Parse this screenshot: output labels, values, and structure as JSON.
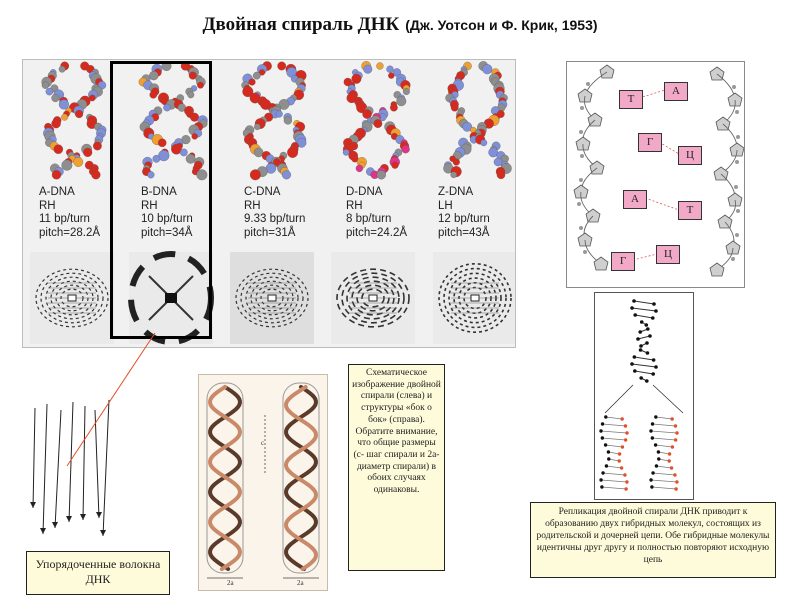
{
  "title": {
    "main": "Двойная спираль ДНК",
    "sub": "(Дж. Уотсон и Ф. Крик, 1953)"
  },
  "dna_forms": [
    {
      "name": "A-DNA",
      "handedness": "RH",
      "bp_per_turn": "11 bp/turn",
      "pitch": "pitch=28.2Å"
    },
    {
      "name": "B-DNA",
      "handedness": "RH",
      "bp_per_turn": "10 bp/turn",
      "pitch": "pitch=34Å"
    },
    {
      "name": "C-DNA",
      "handedness": "RH",
      "bp_per_turn": "9.33 bp/turn",
      "pitch": "pitch=31Å"
    },
    {
      "name": "D-DNA",
      "handedness": "RH",
      "bp_per_turn": "8 bp/turn",
      "pitch": "pitch=24.2Å"
    },
    {
      "name": "Z-DNA",
      "handedness": "LH",
      "bp_per_turn": "12 bp/turn",
      "pitch": "pitch=43Å"
    }
  ],
  "base_pairs": [
    {
      "left": "Т",
      "right": "А"
    },
    {
      "left": "Г",
      "right": "Ц"
    },
    {
      "left": "А",
      "right": "Т"
    },
    {
      "left": "Г",
      "right": "Ц"
    }
  ],
  "helix_labels": {
    "pitch": "c",
    "width_left": "2a",
    "width_right": "2a"
  },
  "captions": {
    "schema": "Схематическое изображение двойной спирали (слева) и структуры «бок о бок» (справа). Обратите внимание, что общие размеры (с- шаг спирали и 2a- диаметр спирали) в обоих случаях одинаковы.",
    "replication": "Репликация двойной спирали ДНК приводит к образованию двух гибридных молекул, состоящих из родительской и дочерней цепи. Обе гибридные молекулы идентичны друг другу и полностью повторяют исходную цепь",
    "fibers": "Упорядоченные волокна ДНК"
  },
  "colors": {
    "caption_bg": "#fdfbd9",
    "base_box": "#f2a9c8",
    "pointer_line": "#e0502a",
    "atom_oxygen": "#d62a1e",
    "atom_carbon": "#8e8e8e",
    "atom_nitrogen": "#7f8fd8"
  }
}
